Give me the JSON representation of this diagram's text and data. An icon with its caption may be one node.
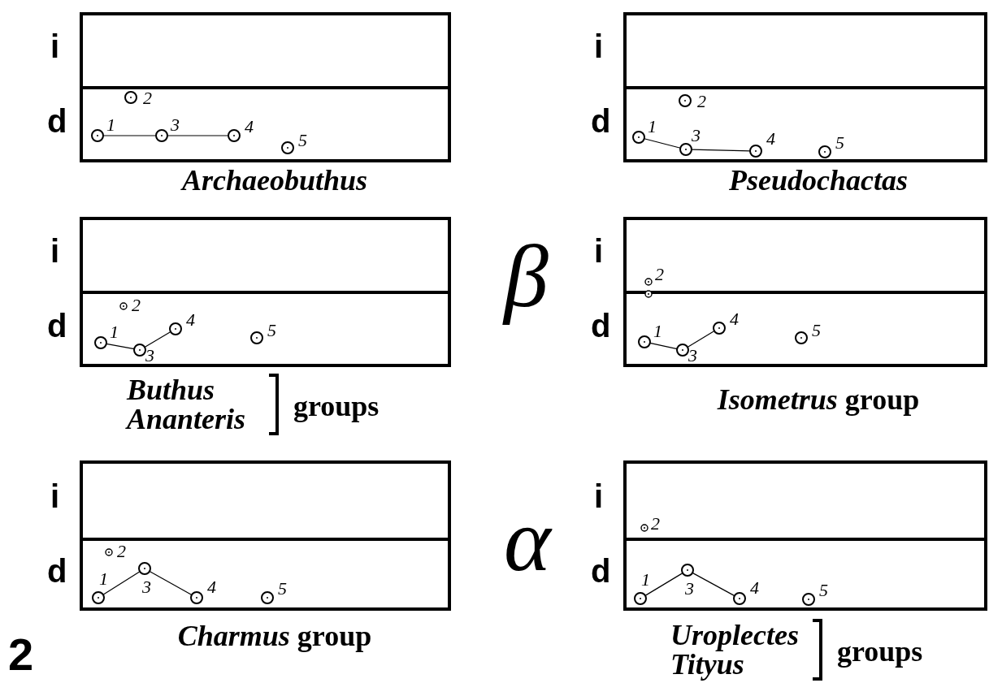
{
  "diagram": {
    "nodes": [
      {
        "text": [],
        "shape": "box",
        "beside": [
          "i",
          "d",
          "Archaeobuthus"
        ]
      },
      {
        "text": [],
        "shape": "circle",
        "beside": [
          "1"
        ],
        "in": 0
      },
      {
        "text": [],
        "shape": "circle",
        "beside": [
          "2"
        ],
        "in": 0
      },
      {
        "text": [],
        "shape": "circle",
        "beside": [
          "3"
        ],
        "in": 0
      },
      {
        "text": [],
        "shape": "circle",
        "beside": [
          "4"
        ],
        "in": 0
      },
      {
        "text": [],
        "shape": "circle",
        "beside": [
          "5"
        ],
        "in": 0
      },
      {
        "text": [],
        "shape": "box",
        "beside": [
          "i",
          "d",
          "Pseudochactas"
        ]
      },
      {
        "text": [],
        "shape": "circle",
        "beside": [
          "1"
        ],
        "in": 6
      },
      {
        "text": [],
        "shape": "circle",
        "beside": [
          "2"
        ],
        "in": 6
      },
      {
        "text": [],
        "shape": "circle",
        "beside": [
          "3"
        ],
        "in": 6
      },
      {
        "text": [],
        "shape": "circle",
        "beside": [
          "4"
        ],
        "in": 6
      },
      {
        "text": [],
        "shape": "circle",
        "beside": [
          "5"
        ],
        "in": 6
      },
      {
        "text": [],
        "shape": "box",
        "beside": [
          "i",
          "d",
          "Buthus Ananteris",
          "groups"
        ]
      },
      {
        "text": [],
        "shape": "circle",
        "beside": [
          "1"
        ],
        "in": 12
      },
      {
        "text": [],
        "shape": "circle",
        "beside": [
          "2"
        ],
        "in": 12
      },
      {
        "text": [],
        "shape": "circle",
        "beside": [
          "3"
        ],
        "in": 12
      },
      {
        "text": [],
        "shape": "circle",
        "beside": [
          "4"
        ],
        "in": 12
      },
      {
        "text": [],
        "shape": "circle",
        "beside": [
          "5"
        ],
        "in": 12
      },
      {
        "text": [],
        "shape": "box",
        "beside": [
          "i",
          "d",
          "*Isometrus* group"
        ]
      },
      {
        "text": [],
        "shape": "circle",
        "beside": [
          "1"
        ],
        "in": 18
      },
      {
        "text": [],
        "shape": "circle",
        "beside": [
          "2"
        ],
        "in": 18
      },
      {
        "text": [],
        "shape": "circle",
        "in": 18
      },
      {
        "text": [],
        "shape": "circle",
        "beside": [
          "3"
        ],
        "in": 18
      },
      {
        "text": [],
        "shape": "circle",
        "beside": [
          "4"
        ],
        "in": 18
      },
      {
        "text": [],
        "shape": "circle",
        "beside": [
          "5"
        ],
        "in": 18
      },
      {
        "text": [],
        "shape": "box",
        "beside": [
          "i",
          "d",
          "*Charmus* group"
        ]
      },
      {
        "text": [],
        "shape": "circle",
        "beside": [
          "1"
        ],
        "in": 25
      },
      {
        "text": [],
        "shape": "circle",
        "beside": [
          "2"
        ],
        "in": 25
      },
      {
        "text": [],
        "shape": "circle",
        "beside": [
          "3"
        ],
        "in": 25
      },
      {
        "text": [],
        "shape": "circle",
        "beside": [
          "4"
        ],
        "in": 25
      },
      {
        "text": [],
        "shape": "circle",
        "beside": [
          "5"
        ],
        "in": 25
      },
      {
        "text": [],
        "shape": "box",
        "beside": [
          "i",
          "d",
          "Uroplectes Tityus",
          "groups"
        ]
      },
      {
        "text": [],
        "shape": "circle",
        "beside": [
          "1"
        ],
        "in": 31
      },
      {
        "text": [],
        "shape": "circle",
        "beside": [
          "2"
        ],
        "in": 31
      },
      {
        "text": [],
        "shape": "circle",
        "beside": [
          "3"
        ],
        "in": 31
      },
      {
        "text": [],
        "shape": "circle",
        "beside": [
          "4"
        ],
        "in": 31
      },
      {
        "text": [],
        "shape": "circle",
        "beside": [
          "5"
        ],
        "in": 31
      }
    ],
    "edges": [
      {
        "from": 1,
        "to": 3,
        "arrow": "none"
      },
      {
        "from": 3,
        "to": 4,
        "arrow": "none"
      },
      {
        "from": 7,
        "to": 9,
        "arrow": "none"
      },
      {
        "from": 9,
        "to": 10,
        "arrow": "none"
      },
      {
        "from": 13,
        "to": 15,
        "arrow": "none"
      },
      {
        "from": 15,
        "to": 16,
        "arrow": "none"
      },
      {
        "from": 19,
        "to": 22,
        "arrow": "none"
      },
      {
        "from": 22,
        "to": 23,
        "arrow": "none"
      },
      {
        "from": 26,
        "to": 28,
        "arrow": "none"
      },
      {
        "from": 28,
        "to": 29,
        "arrow": "none"
      },
      {
        "from": 32,
        "to": 34,
        "arrow": "none"
      },
      {
        "from": 34,
        "to": 35,
        "arrow": "none"
      }
    ],
    "labels": [
      "β",
      "α",
      "2"
    ]
  }
}
